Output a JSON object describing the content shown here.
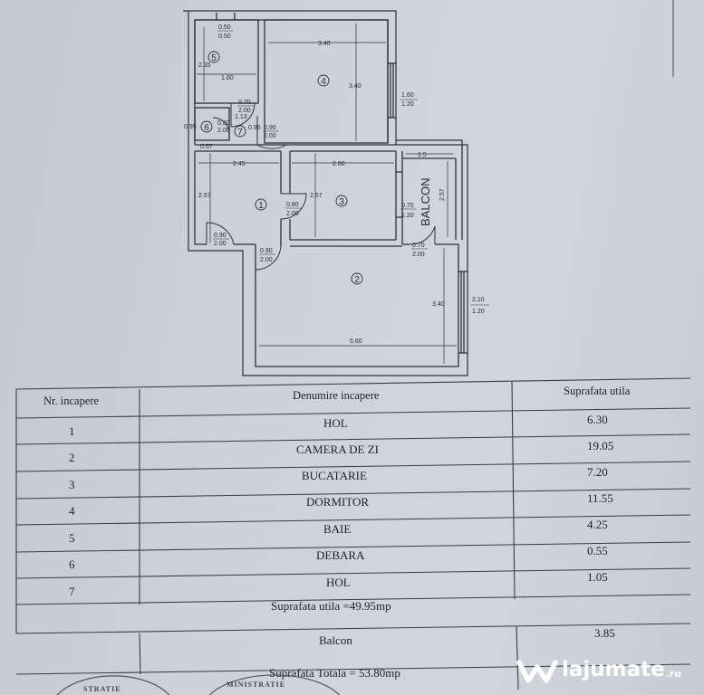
{
  "plan": {
    "room_numbers": [
      "1",
      "2",
      "3",
      "4",
      "5",
      "6",
      "7"
    ],
    "balcony_label": "BALCON",
    "dims": {
      "r5_top": "0.50",
      "r5_top2": "0.50",
      "r5_h": "2.35",
      "r5_w": "1.80",
      "r4_w": "3.40",
      "r4_h": "3.40",
      "win4_a": "1.60",
      "win4_b": "1.20",
      "door5_a": "0.70",
      "door5_b": "2.00",
      "d113": "1.13",
      "d095a": "0.95",
      "door6_a": "0.80",
      "door6_b": "2.00",
      "door7_a": "0.90",
      "door7_b": "2.00",
      "d095b": "0.95",
      "d057": "0.57",
      "r1_w": "2.45",
      "r1_h": "2.57",
      "r3_w": "2.80",
      "r3_h": "2.57",
      "door1_a": "0.80",
      "door1_b": "2.00",
      "balc_w": "1.5",
      "balc_h": "2.57",
      "door3b_a": "0.70",
      "door3b_b": "1.20",
      "entry_a": "0.90",
      "entry_b": "2.00",
      "door2_a": "0.90",
      "door2_b": "2.00",
      "doorbalc_a": "0.70",
      "doorbalc_b": "2.00",
      "r2_h": "3.40",
      "r2_w": "5.60",
      "win2_a": "2.10",
      "win2_b": "1.20"
    }
  },
  "table": {
    "headers": [
      "Nr. incapere",
      "Denumire incapere",
      "Suprafata utila"
    ],
    "rows": [
      {
        "nr": "1",
        "name": "HOL",
        "area": "6.30"
      },
      {
        "nr": "2",
        "name": "CAMERA DE ZI",
        "area": "19.05"
      },
      {
        "nr": "3",
        "name": "BUCATARIE",
        "area": "7.20"
      },
      {
        "nr": "4",
        "name": "DORMITOR",
        "area": "11.55"
      },
      {
        "nr": "5",
        "name": "BAIE",
        "area": "4.25"
      },
      {
        "nr": "6",
        "name": "DEBARA",
        "area": "0.55"
      },
      {
        "nr": "7",
        "name": "HOL",
        "area": "1.05"
      }
    ],
    "total_useful": "Suprafata utila =49.95mp",
    "balcony_name": "Balcon",
    "balcony_area": "3.85",
    "total": "Suprafata Totala = 53.80mp"
  },
  "stamps": {
    "left": "STRATIE",
    "right": "MINISTRATIE"
  },
  "watermark": {
    "brand": "lajumate",
    "tld": ".ro",
    "icon": "lajumate-heart-icon"
  }
}
